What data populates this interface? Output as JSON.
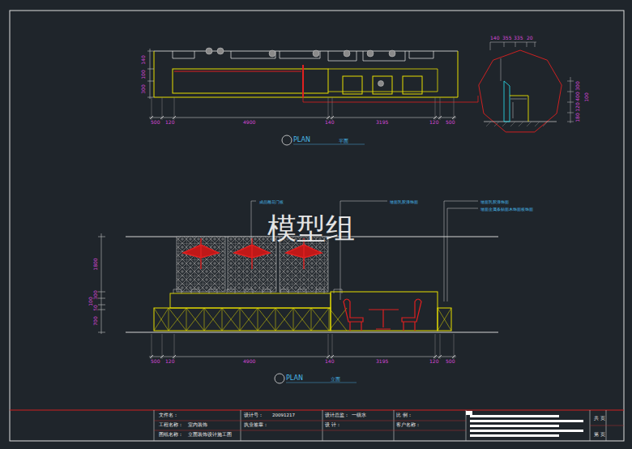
{
  "diagram": {
    "labels": [
      "模型组",
      "500",
      "120",
      "4900",
      "140",
      "3195",
      "120",
      "500",
      "300",
      "100",
      "140",
      "140",
      "355",
      "335",
      "20",
      "300",
      "400",
      "120",
      "180",
      "100",
      "PLAN",
      "平面",
      "成品雕花门板",
      "墙面乳胶漆饰面",
      "墙面乳胶漆饰面",
      "墙面金属条贴面木饰面板饰面",
      "1800",
      "300",
      "100",
      "50",
      "700",
      "500",
      "120",
      "4900",
      "140",
      "3195",
      "120",
      "500",
      "PLAN",
      "立面",
      "文件名：",
      "工程名称：",
      "室内装饰",
      "图纸名称：",
      "立面装饰设计施工图",
      "设计号：",
      "20091217",
      "执业签章：",
      "设计总监：",
      "一级水",
      "设 计：",
      "比 例：",
      "客户名称：",
      "共 页",
      "第 页"
    ]
  }
}
